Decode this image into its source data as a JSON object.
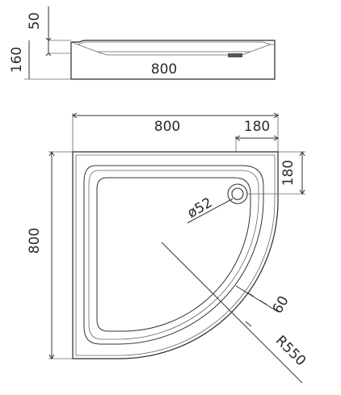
{
  "side_view": {
    "height_top": "50",
    "height_total": "160",
    "width": "800"
  },
  "top_view": {
    "width": "800",
    "drain_offset_x": "180",
    "drain_offset_y": "180",
    "height": "800",
    "drain_diameter": "ø52",
    "rim_width": "60",
    "radius": "R550"
  }
}
